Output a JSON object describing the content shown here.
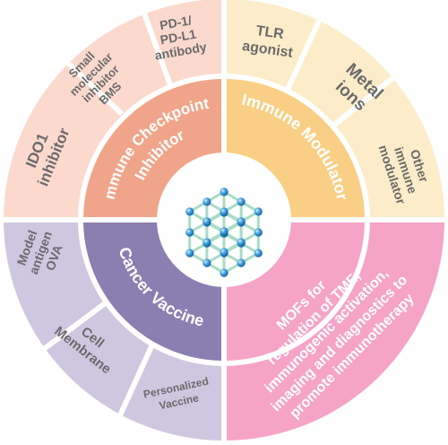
{
  "center_icon": "mof-crystal-lattice-icon",
  "quadrants": {
    "checkpoint": {
      "title": "Immune Checkpoint Inhibitor",
      "title_line1": "Immune Checkpoint",
      "title_line2": "Inhibitor",
      "items": {
        "ido1": {
          "line1": "IDO1",
          "line2": "inhibitor"
        },
        "bms": {
          "line1": "Small",
          "line2": "molecular",
          "line3": "inhibitor",
          "line4": "BMS"
        },
        "pd1": {
          "line1": "PD-1/",
          "line2": "PD-L1",
          "line3": "antibody"
        }
      },
      "colors": {
        "outer": "#fbd9cd",
        "inner": "#f0a58a"
      }
    },
    "modulator": {
      "title": "Immune Modulator",
      "items": {
        "tlr": {
          "line1": "TLR",
          "line2": "agonist"
        },
        "metal": {
          "line1": "Metal",
          "line2": "ions"
        },
        "other": {
          "line1": "Other",
          "line2": "immune",
          "line3": "modulator"
        }
      },
      "colors": {
        "outer": "#fdecc9",
        "inner": "#f8cf84"
      }
    },
    "vaccine": {
      "title": "Cancer Vaccine",
      "items": {
        "antigen": {
          "line1": "Model",
          "line2": "antigen",
          "line3": "OVA"
        },
        "membrane": {
          "line1": "Cell",
          "line2": "Membrane"
        },
        "personalized": {
          "line1": "Personalized",
          "line2": "Vaccine"
        }
      },
      "colors": {
        "outer": "#cfc7e0",
        "inner": "#8b7fb1"
      }
    },
    "mofs": {
      "line1": "MOFs for",
      "line2": "regulation of TME,",
      "line3": "immunogenic activation,",
      "line4": "imaging and diagnostics to",
      "line5": "promote immunotherapy",
      "colors": {
        "fill": "#f5a3c7"
      }
    }
  },
  "colors": {
    "text_dark": "#6b6b6b",
    "text_light": "#ffffff",
    "divider": "#ffffff",
    "center_bg": "#ffffff"
  }
}
